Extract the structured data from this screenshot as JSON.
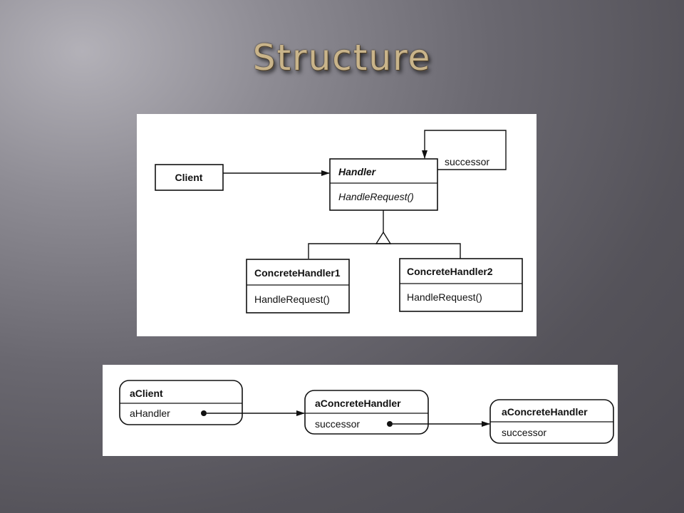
{
  "slide": {
    "title": "Structure"
  },
  "class_diagram": {
    "client": {
      "name": "Client"
    },
    "handler": {
      "name": "Handler",
      "method": "HandleRequest()"
    },
    "self_association_label": "successor",
    "concrete_handlers": [
      {
        "name": "ConcreteHandler1",
        "method": "HandleRequest()"
      },
      {
        "name": "ConcreteHandler2",
        "method": "HandleRequest()"
      }
    ]
  },
  "object_diagram": {
    "client": {
      "name": "aClient",
      "field": "aHandler"
    },
    "handlers": [
      {
        "name": "aConcreteHandler",
        "field": "successor"
      },
      {
        "name": "aConcreteHandler",
        "field": "successor"
      }
    ]
  }
}
